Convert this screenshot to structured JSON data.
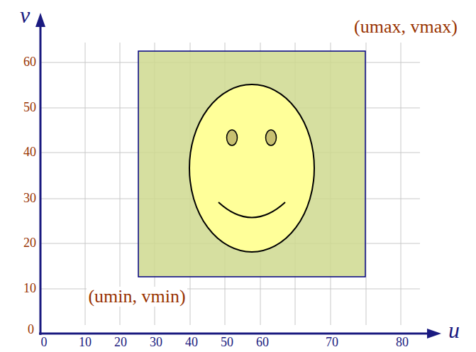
{
  "diagram": {
    "labels": [
      "v",
      "(umax, vmax)",
      "60",
      "50",
      "40",
      "30",
      "20",
      "10",
      "(umin, vmin)",
      "0",
      "0",
      "10",
      "20",
      "30",
      "40",
      "50",
      "60",
      "70",
      "80",
      "u"
    ]
  }
}
